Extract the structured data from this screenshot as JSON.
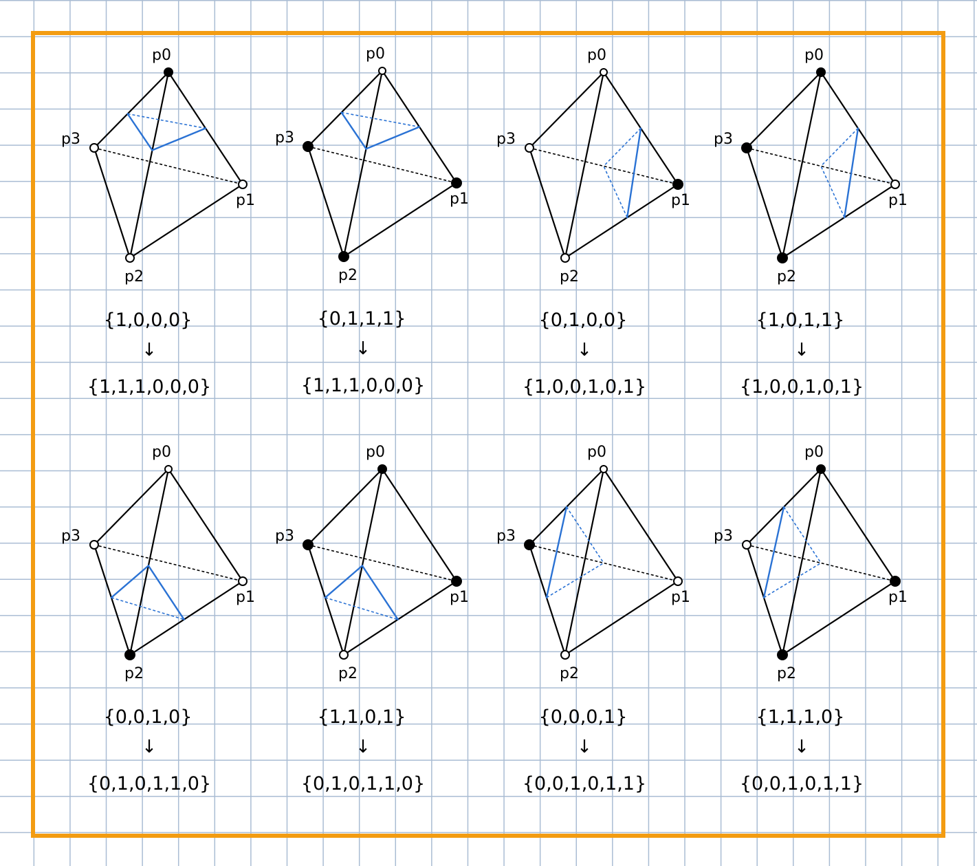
{
  "vertex_labels": [
    "p0",
    "p1",
    "p2",
    "p3"
  ],
  "arrow_glyph": "↓",
  "colors": {
    "frame": "#f39c12",
    "grid": "#a9bcd3",
    "edge": "#000000",
    "cut": "#2a72d4"
  },
  "cases": [
    {
      "states": [
        1,
        0,
        0,
        0
      ],
      "input": "{1,0,0,0}",
      "output": "{1,1,1,0,0,0}",
      "cut": "p0"
    },
    {
      "states": [
        0,
        1,
        1,
        1
      ],
      "input": "{0,1,1,1}",
      "output": "{1,1,1,0,0,0}",
      "cut": "p0"
    },
    {
      "states": [
        0,
        1,
        0,
        0
      ],
      "input": "{0,1,0,0}",
      "output": "{1,0,0,1,0,1}",
      "cut": "p1"
    },
    {
      "states": [
        1,
        0,
        1,
        1
      ],
      "input": "{1,0,1,1}",
      "output": "{1,0,0,1,0,1}",
      "cut": "p1"
    },
    {
      "states": [
        0,
        0,
        1,
        0
      ],
      "input": "{0,0,1,0}",
      "output": "{0,1,0,1,1,0}",
      "cut": "p2"
    },
    {
      "states": [
        1,
        1,
        0,
        1
      ],
      "input": "{1,1,0,1}",
      "output": "{0,1,0,1,1,0}",
      "cut": "p2"
    },
    {
      "states": [
        0,
        0,
        0,
        1
      ],
      "input": "{0,0,0,1}",
      "output": "{0,0,1,0,1,1}",
      "cut": "p3"
    },
    {
      "states": [
        1,
        1,
        1,
        0
      ],
      "input": "{1,1,1,0}",
      "output": "{0,0,1,0,1,1}",
      "cut": "p3"
    }
  ]
}
